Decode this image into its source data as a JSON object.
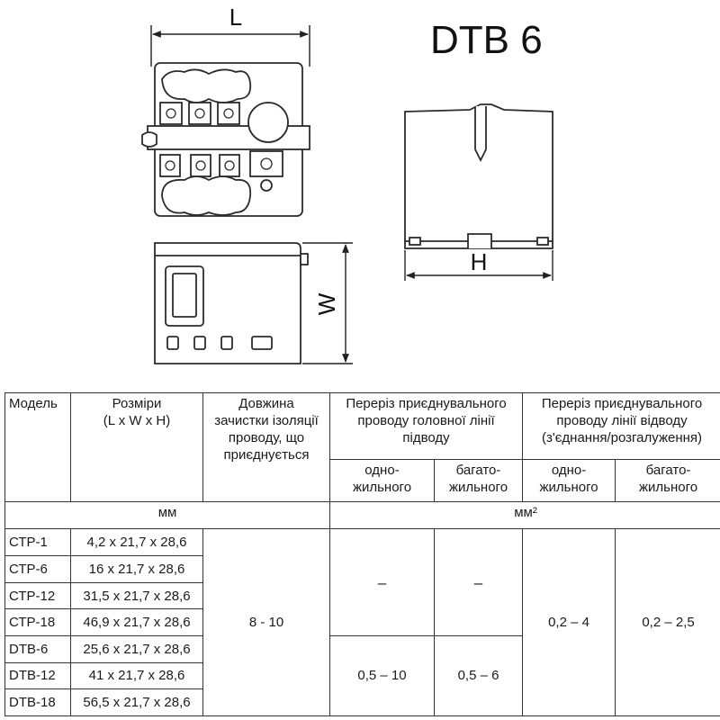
{
  "title": "DTB 6",
  "dimensions": {
    "length": "L",
    "width": "W",
    "height": "H"
  },
  "table": {
    "headers": {
      "model": "Модель",
      "sizes": [
        "Розміри",
        "(L x W x H)"
      ],
      "strip": [
        "Довжина",
        "зачистки ізоляції",
        "проводу, що",
        "приєднується"
      ],
      "main": [
        "Переріз приєднувального",
        "проводу головної лінії",
        "підводу"
      ],
      "branch": [
        "Переріз приєднувального",
        "проводу лінії відводу",
        "(з'єднання/розгалуження)"
      ],
      "single": [
        "одно-",
        "жильного"
      ],
      "multi": [
        "багато-",
        "жильного"
      ]
    },
    "units": {
      "mm": "мм",
      "mm2": "мм²"
    },
    "rows": [
      {
        "model": "СТР-1",
        "size": "4,2 x 21,7 x 28,6"
      },
      {
        "model": "СТР-6",
        "size": "16 x 21,7 x 28,6"
      },
      {
        "model": "СТР-12",
        "size": "31,5 x 21,7 x 28,6"
      },
      {
        "model": "СТР-18",
        "size": "46,9 x 21,7 x 28,6"
      },
      {
        "model": "DTB-6",
        "size": "25,6 x 21,7 x 28,6"
      },
      {
        "model": "DTB-12",
        "size": "41 x 21,7 x 28,6"
      },
      {
        "model": "DTB-18",
        "size": "56,5 x 21,7 x 28,6"
      }
    ],
    "strip_value": "8 - 10",
    "ctp_main_single": "–",
    "ctp_main_multi": "–",
    "dtb_main_single": "0,5 – 10",
    "dtb_main_multi": "0,5 – 6",
    "branch_single": "0,2 – 4",
    "branch_multi": "0,2 – 2,5"
  },
  "colors": {
    "line": "#333333",
    "drawing_fill": "#ffffff",
    "drawing_stroke": "#2b2b2b"
  }
}
